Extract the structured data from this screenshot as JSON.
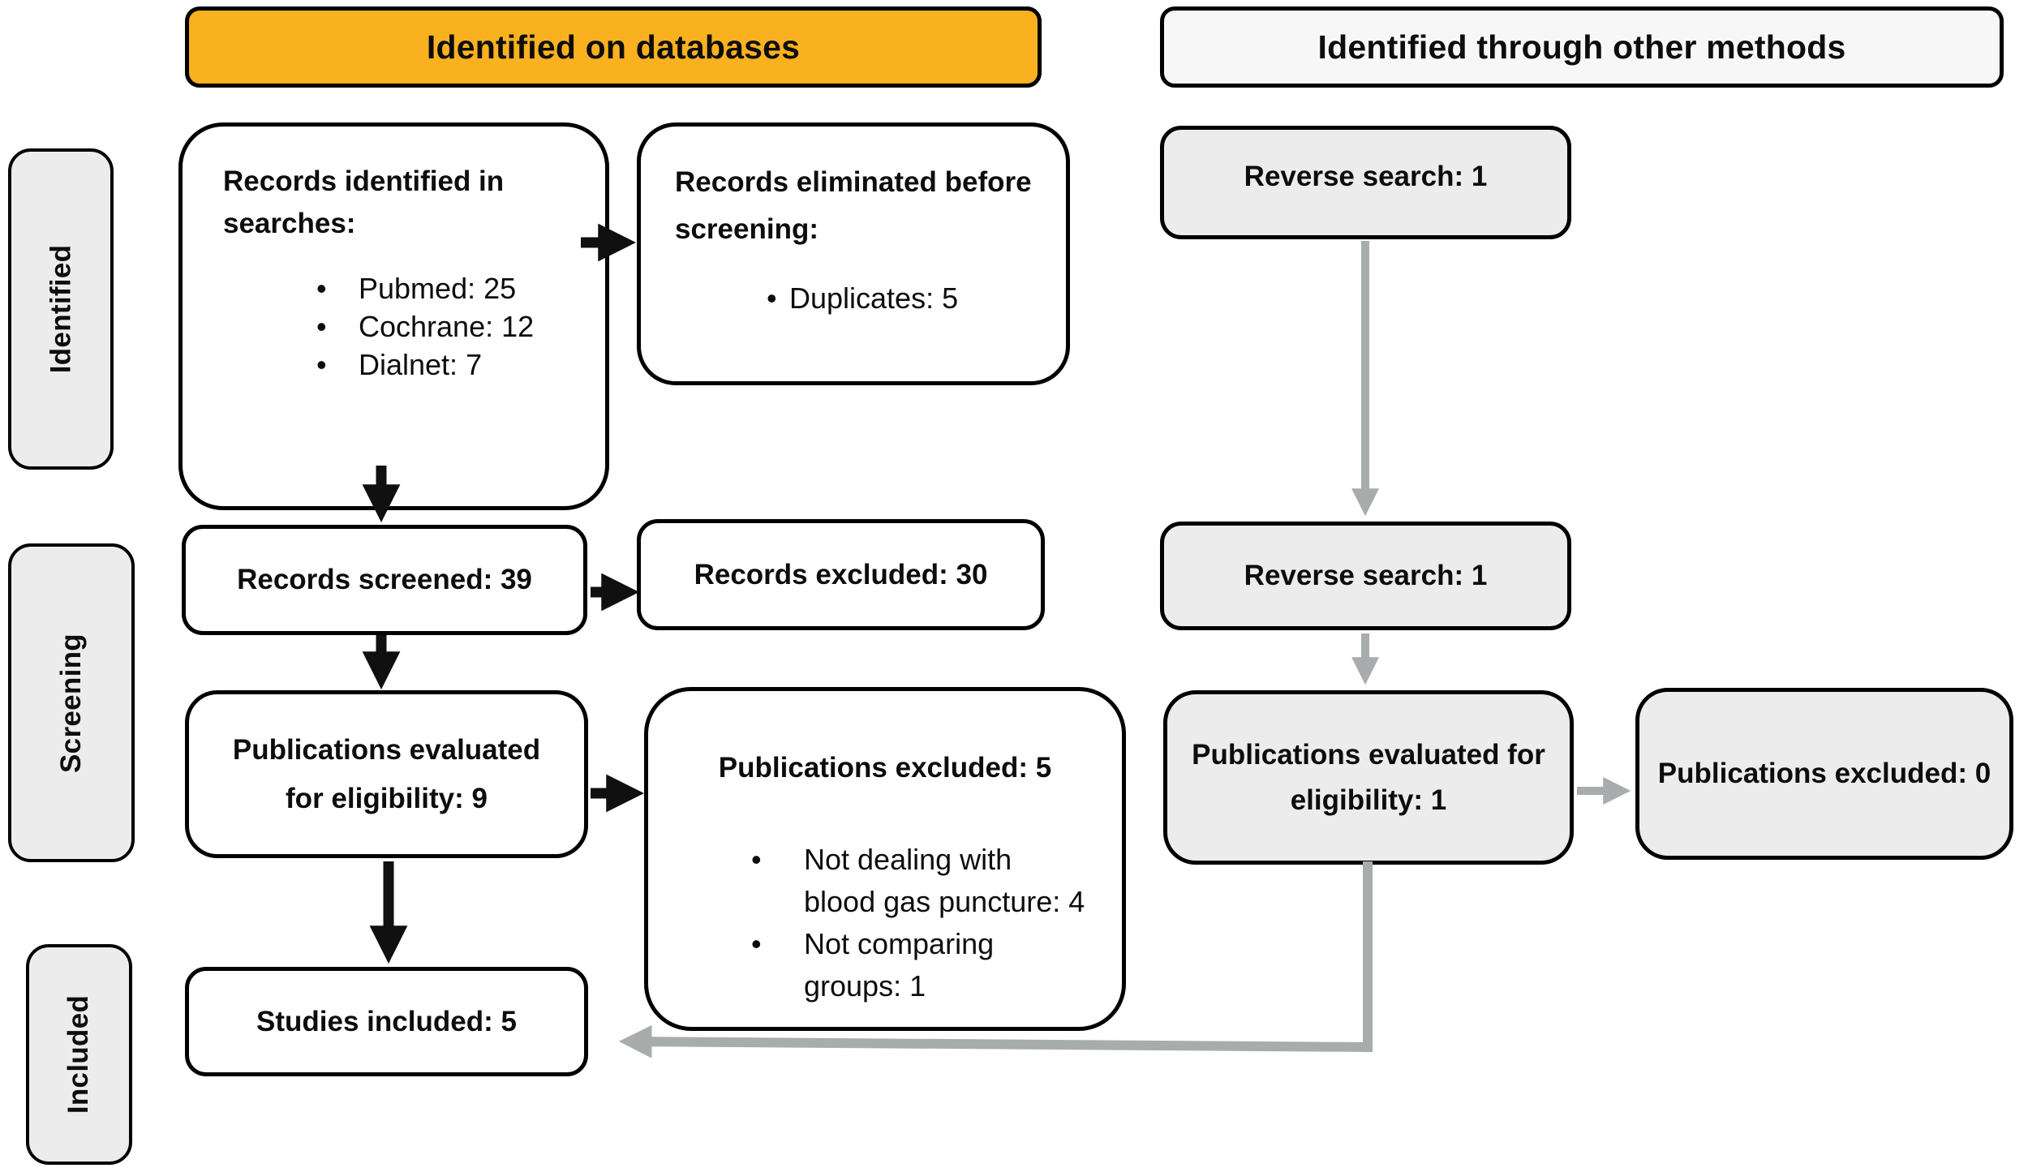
{
  "diagram": {
    "type": "prisma-flowchart",
    "colors": {
      "header_orange": "#F9B120",
      "header_light": "#F7F7F7",
      "box_gray": "#ECECEC",
      "box_white": "#FFFFFF",
      "border": "#000000",
      "arrow_black": "#101010",
      "arrow_gray": "#A9ACAC"
    },
    "headers": {
      "databases": "Identified on databases",
      "other_methods": "Identified through other methods"
    },
    "stages": [
      {
        "label": "Identified"
      },
      {
        "label": "Screening"
      },
      {
        "label": "Included"
      }
    ],
    "boxes": {
      "records_identified": {
        "title": "Records identified in\nsearches:",
        "bullets": [
          "Pubmed: 25",
          "Cochrane: 12",
          "Dialnet: 7"
        ]
      },
      "records_eliminated": {
        "title": "Records eliminated before\nscreening:",
        "bullets": [
          "Duplicates: 5"
        ]
      },
      "records_screened": {
        "title": "Records screened: 39"
      },
      "records_excluded": {
        "title": "Records excluded: 30"
      },
      "pubs_evaluated_db": {
        "title": "Publications evaluated\nfor eligibility: 9"
      },
      "pubs_excluded_db": {
        "title": "Publications excluded: 5",
        "bullets": [
          "Not dealing with\nblood gas puncture: 4",
          "Not comparing\ngroups: 1"
        ]
      },
      "studies_included": {
        "title": "Studies included: 5"
      },
      "reverse_search_top": {
        "title": "Reverse search: 1"
      },
      "reverse_search_mid": {
        "title": "Reverse search: 1"
      },
      "pubs_evaluated_other": {
        "title": "Publications evaluated for\neligibility: 1"
      },
      "pubs_excluded_other": {
        "title": "Publications excluded: 0"
      }
    }
  }
}
